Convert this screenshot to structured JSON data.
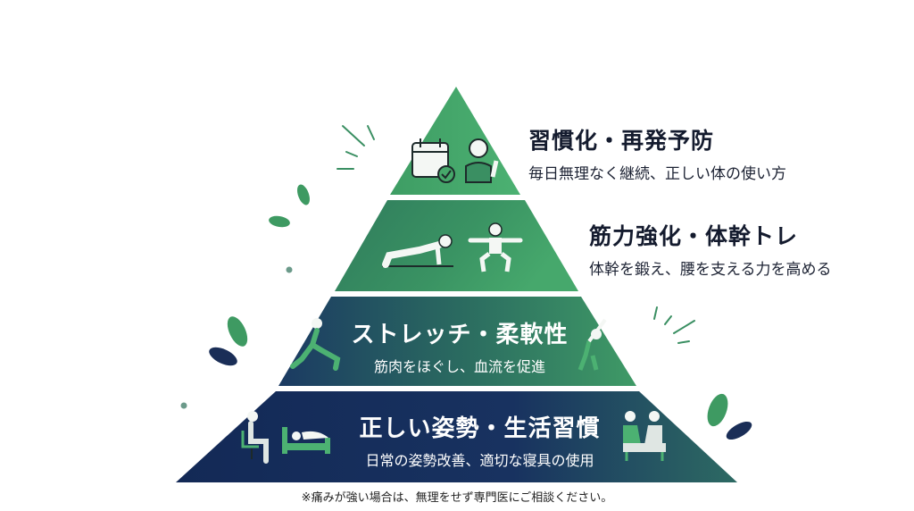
{
  "diagram": {
    "type": "pyramid",
    "colors": {
      "top_green": "#46a86a",
      "mid_green": "#3a8f62",
      "teal": "#2c6b5e",
      "navy": "#15295a",
      "dark_text": "#141b2e",
      "leaf_green": "#3e9a62",
      "leaf_navy": "#1a2e57"
    },
    "levels": [
      {
        "title": "習慣化・再発予防",
        "subtitle": "毎日無理なく継続、正しい体の使い方",
        "icons": [
          "calendar-check-icon",
          "smiling-person-icon"
        ]
      },
      {
        "title": "筋力強化・体幹トレ",
        "subtitle": "体幹を鍛え、腰を支える力を高める",
        "icons": [
          "plank-exercise-icon",
          "squat-exercise-icon"
        ]
      },
      {
        "title": "ストレッチ・柔軟性",
        "subtitle": "筋肉をほぐし、血流を促進",
        "icons": [
          "lunge-stretch-icon",
          "side-stretch-icon"
        ]
      },
      {
        "title": "正しい姿勢・生活習慣",
        "subtitle": "日常の姿勢改善、適切な寝具の使用",
        "icons": [
          "sitting-posture-icon",
          "bed-icon",
          "consultation-icon"
        ]
      }
    ],
    "footnote": "※痛みが強い場合は、無理をせず専門医にご相談ください。"
  }
}
